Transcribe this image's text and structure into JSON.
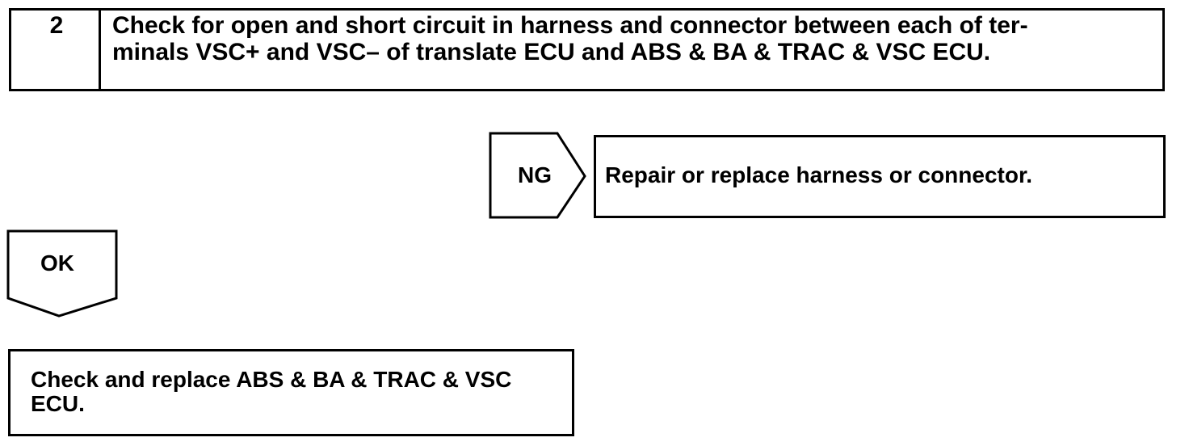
{
  "step": {
    "number": "2",
    "lines": [
      "Check for open and short circuit in harness and connector between each of ter-",
      "minals VSC+ and VSC– of translate ECU and ABS & BA & TRAC & VSC ECU."
    ]
  },
  "ng": {
    "label": "NG",
    "action": "Repair or replace harness or connector."
  },
  "ok": {
    "label": "OK"
  },
  "final": {
    "lines": [
      "Check and replace ABS & BA & TRAC & VSC",
      "ECU."
    ]
  }
}
